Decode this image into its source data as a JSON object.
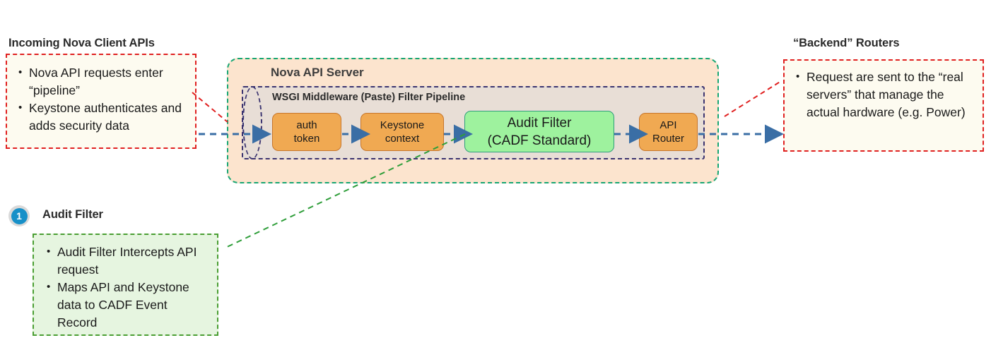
{
  "left_panel": {
    "heading": "Incoming Nova Client  APIs",
    "bullets": [
      "Nova API requests enter “pipeline”",
      "Keystone authenticates and adds security data"
    ]
  },
  "right_panel": {
    "heading": "“Backend” Routers",
    "bullets": [
      "Request are sent to the “real servers” that manage the actual hardware (e.g. Power)"
    ]
  },
  "server": {
    "title": "Nova API Server",
    "pipeline_title": "WSGI Middleware (Paste) Filter Pipeline",
    "nodes": [
      {
        "id": "auth-token",
        "lines": [
          "auth",
          "token"
        ],
        "style": "orange"
      },
      {
        "id": "keystone-context",
        "lines": [
          "Keystone",
          "context"
        ],
        "style": "orange"
      },
      {
        "id": "audit-filter",
        "lines": [
          "Audit Filter",
          "(CADF Standard)"
        ],
        "style": "green"
      },
      {
        "id": "api-router",
        "lines": [
          "API",
          "Router"
        ],
        "style": "orange"
      }
    ]
  },
  "callout_1": {
    "number": "1",
    "heading": "Audit Filter",
    "bullets": [
      "Audit Filter Intercepts API request",
      "Maps API and Keystone data to CADF Event Record"
    ]
  },
  "colors": {
    "server_fill": "#fce4ce",
    "server_border": "#17a673",
    "pipeline_fill": "#e8ded6",
    "pipeline_border": "#3b3470",
    "node_orange_fill": "#f0a952",
    "node_orange_border": "#c8762a",
    "node_green_fill": "#9ef29e",
    "node_green_border": "#2f9e7a",
    "flow_arrow": "#3a6ea5",
    "callout_red_border": "#e02020",
    "callout_red_fill": "#fdfbf0",
    "callout_green_border": "#4a9e32",
    "callout_green_fill": "#e6f5e0",
    "badge_blue": "#1790c8"
  }
}
